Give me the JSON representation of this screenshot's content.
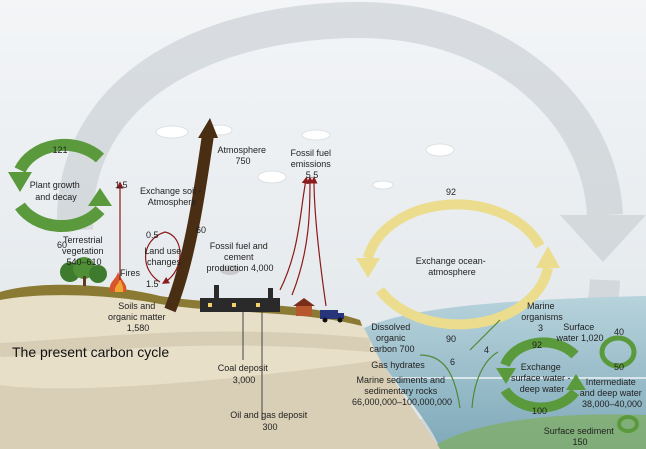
{
  "title": "The present carbon cycle",
  "colors": {
    "sky": "#e6ebee",
    "green_cycle": "#5a9a3c",
    "yellow_cycle": "#ecdc8e",
    "brown_arrow": "#4a2e14",
    "red_line": "#8b1a1a",
    "grey_arrow": "#c9cdd0",
    "ocean": "#a9cbd6",
    "deep_ocean": "#8fb6c4",
    "sand": "#e6dcc3",
    "soil": "#8b7a3a"
  },
  "labels": {
    "atmosphere": [
      "Atmosphere",
      "750"
    ],
    "fossil_emissions": [
      "Fossil fuel",
      "emissions",
      "5.5"
    ],
    "plant_growth": [
      "Plant growth",
      "and decay"
    ],
    "exchange_soil": [
      "Exchange soil -",
      "Atmosphere"
    ],
    "terrestrial": [
      "Terrestrial",
      "vegetation",
      "540–610"
    ],
    "land_use": [
      "Land use",
      "changes"
    ],
    "fires": "Fires",
    "soils": [
      "Soils and",
      "organic matter",
      "1,580"
    ],
    "fossil_cement": [
      "Fossil fuel and",
      "cement",
      "production 4,000"
    ],
    "exchange_ocean": [
      "Exchange ocean-",
      "atmosphere"
    ],
    "marine_organisms": [
      "Marine",
      "organisms"
    ],
    "surface_water": [
      "Surface",
      "water 1,020"
    ],
    "dissolved": [
      "Dissolved",
      "organic",
      "carbon 700"
    ],
    "gas_hydrates": "Gas hydrates",
    "exchange_surface": [
      "Exchange",
      "surface water -",
      "deep water"
    ],
    "marine_sediments": [
      "Marine sediments and",
      "sedimentary rocks",
      "66,000,000–100,000,000"
    ],
    "intermediate": [
      "Intermediate",
      "and deep water",
      "38,000–40,000"
    ],
    "coal": [
      "Coal deposit",
      "3,000"
    ],
    "oil_gas": [
      "Oil and gas deposit",
      "300"
    ],
    "surface_sediment": [
      "Surface sediment",
      "150"
    ]
  },
  "numbers": {
    "plant_top": "121",
    "plant_bottom": "60",
    "flux_1_5": "1.5",
    "soil_60": "60",
    "land_0_5": "0.5",
    "land_1_5": "1.5",
    "ocean_top": "92",
    "ocean_bottom": "90",
    "marine_3": "3",
    "deep_92": "92",
    "deep_100": "100",
    "gas_6": "6",
    "gas_4": "4",
    "surface_40": "40",
    "surface_50": "50"
  }
}
